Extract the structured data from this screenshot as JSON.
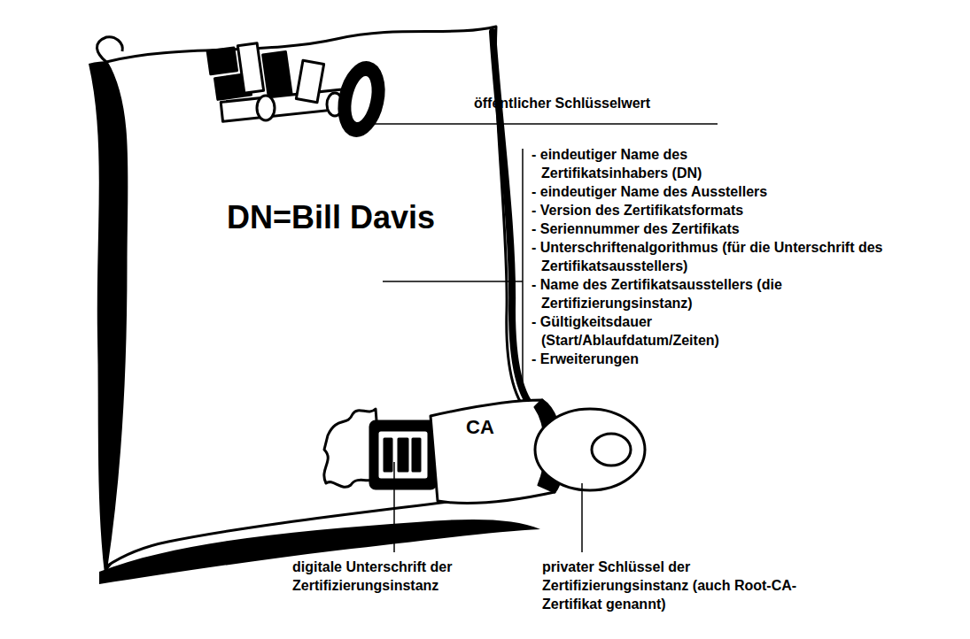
{
  "diagram": {
    "labels": [
      "öffentlicher Schlüsselwert",
      "DN=Bill Davis",
      "- eindeutiger Name des Zertifikatsinhabers (DN)",
      "- eindeutiger Name des Ausstellers",
      "- Version des Zertifikatsformats",
      "- Seriennummer des Zertifikats",
      "- Unterschriftenalgorithmus (für die Unterschrift des Zertifikatsausstellers)",
      "- Name des Zertifikatsausstellers (die Zertifizierungsinstanz)",
      "- Gültigkeitsdauer (Start/Ablaufdatum/Zeiten)",
      "- Erweiterungen",
      "CA",
      "digitale Unterschrift der Zertifizierungsinstanz",
      "privater Schlüssel der Zertifizierungsinstanz (auch Root-CA-Zertifikat genannt)"
    ]
  }
}
